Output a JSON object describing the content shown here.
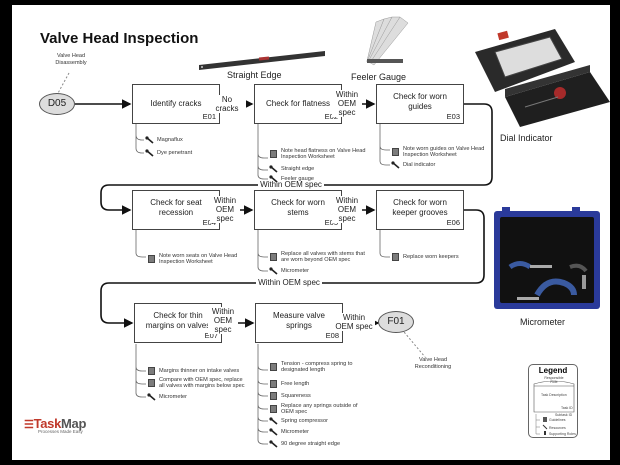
{
  "title": "Valve Head Inspection",
  "start": {
    "id": "D05",
    "caption": "Valve Head\nDisassembly"
  },
  "end": {
    "id": "F01",
    "caption": "Valve Head\nReconditioning"
  },
  "tasks": [
    {
      "id": "E01",
      "desc": "Identify cracks",
      "subs": [
        {
          "icon": "wrench",
          "text": "Magnaflux"
        },
        {
          "icon": "wrench",
          "text": "Dye penetrant"
        }
      ]
    },
    {
      "id": "E02",
      "desc": "Check for flatness",
      "subs": [
        {
          "icon": "worksheet",
          "text": "Note head flatness on Valve Head\nInspection Worksheet"
        },
        {
          "icon": "wrench",
          "text": "Straight edge"
        },
        {
          "icon": "wrench",
          "text": "Feeler gauge"
        }
      ]
    },
    {
      "id": "E03",
      "desc": "Check for worn\nguides",
      "subs": [
        {
          "icon": "worksheet",
          "text": "Note worn guides on Valve Head\nInspection Worksheet"
        },
        {
          "icon": "wrench",
          "text": "Dial indicator"
        }
      ]
    },
    {
      "id": "E04",
      "desc": "Check for seat\nrecession",
      "subs": [
        {
          "icon": "worksheet",
          "text": "Note worn seats on Valve Head\nInspection Worksheet"
        }
      ]
    },
    {
      "id": "E05",
      "desc": "Check for worn\nstems",
      "subs": [
        {
          "icon": "worksheet",
          "text": "Replace all valves with stems that\nare worn beyond OEM spec"
        },
        {
          "icon": "wrench",
          "text": "Micrometer"
        }
      ]
    },
    {
      "id": "E06",
      "desc": "Check for worn\nkeeper grooves",
      "subs": [
        {
          "icon": "worksheet",
          "text": "Replace worn keepers"
        }
      ]
    },
    {
      "id": "E07",
      "desc": "Check for thin\nmargins on valves",
      "subs": [
        {
          "icon": "worksheet",
          "text": "Margins thinner on intake valves"
        },
        {
          "icon": "worksheet",
          "text": "Compare with OEM spec, replace\nall valves with margins below spec"
        },
        {
          "icon": "wrench",
          "text": "Micrometer"
        }
      ]
    },
    {
      "id": "E08",
      "desc": "Measure valve\nsprings",
      "subs": [
        {
          "icon": "worksheet",
          "text": "Tension - compress spring to\ndesignated length"
        },
        {
          "icon": "worksheet",
          "text": "Free length"
        },
        {
          "icon": "worksheet",
          "text": "Squareness"
        },
        {
          "icon": "worksheet",
          "text": "Replace any springs outside of\nOEM spec"
        },
        {
          "icon": "wrench",
          "text": "Spring compressor"
        },
        {
          "icon": "wrench",
          "text": "Micrometer"
        },
        {
          "icon": "wrench",
          "text": "90 degree straight edge"
        }
      ]
    }
  ],
  "connectors": {
    "no_cracks": "No\ncracks",
    "within_oem_spec_3line": "Within\nOEM\nspec",
    "within_oem_spec_2line": "Within\nOEM spec",
    "within_oem_spec_inline": "Within OEM spec"
  },
  "tools": {
    "straight_edge": "Straight Edge",
    "feeler_gauge": "Feeler Gauge",
    "dial_indicator": "Dial Indicator",
    "micrometer": "Micrometer"
  },
  "legend": {
    "title": "Legend",
    "responsible_role": "Responsible\nRole",
    "task_description": "Task Description",
    "task_id": "Task ID",
    "subtask_id": "Subtask ID",
    "guidelines": "Guidelines",
    "resources": "Resources",
    "supporting_roles": "Supporting Roles"
  },
  "logo": {
    "brand_prefix": "Task",
    "brand_suffix": "Map",
    "tagline": "Processes Made Easy"
  },
  "colors": {
    "accent": "#c0392b",
    "oval_fill": "#dddddd",
    "micrometer_case": "#2a3a9a"
  }
}
